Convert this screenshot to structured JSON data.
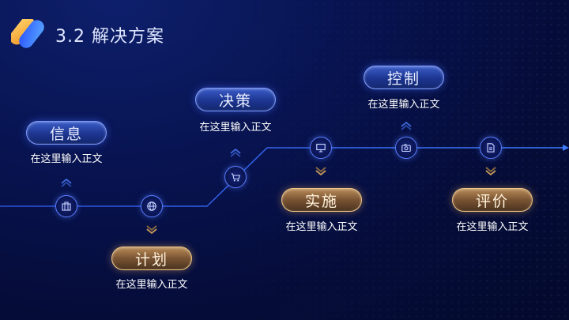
{
  "header": {
    "title": "3.2 解决方案"
  },
  "colors": {
    "accent_blue": "#2f6bff",
    "accent_gold": "#e8b875",
    "line": "#3d6cff"
  },
  "steps": [
    {
      "label": "信息",
      "caption": "在这里输入正文",
      "icon": "building-icon",
      "style": "blue"
    },
    {
      "label": "计划",
      "caption": "在这里输入正文",
      "icon": "globe-icon",
      "style": "gold"
    },
    {
      "label": "决策",
      "caption": "在这里输入正文",
      "icon": "cart-icon",
      "style": "blue"
    },
    {
      "label": "实施",
      "caption": "在这里输入正文",
      "icon": "monitor-icon",
      "style": "gold"
    },
    {
      "label": "控制",
      "caption": "在这里输入正文",
      "icon": "camera-icon",
      "style": "blue"
    },
    {
      "label": "评价",
      "caption": "在这里输入正文",
      "icon": "document-icon",
      "style": "gold"
    }
  ]
}
